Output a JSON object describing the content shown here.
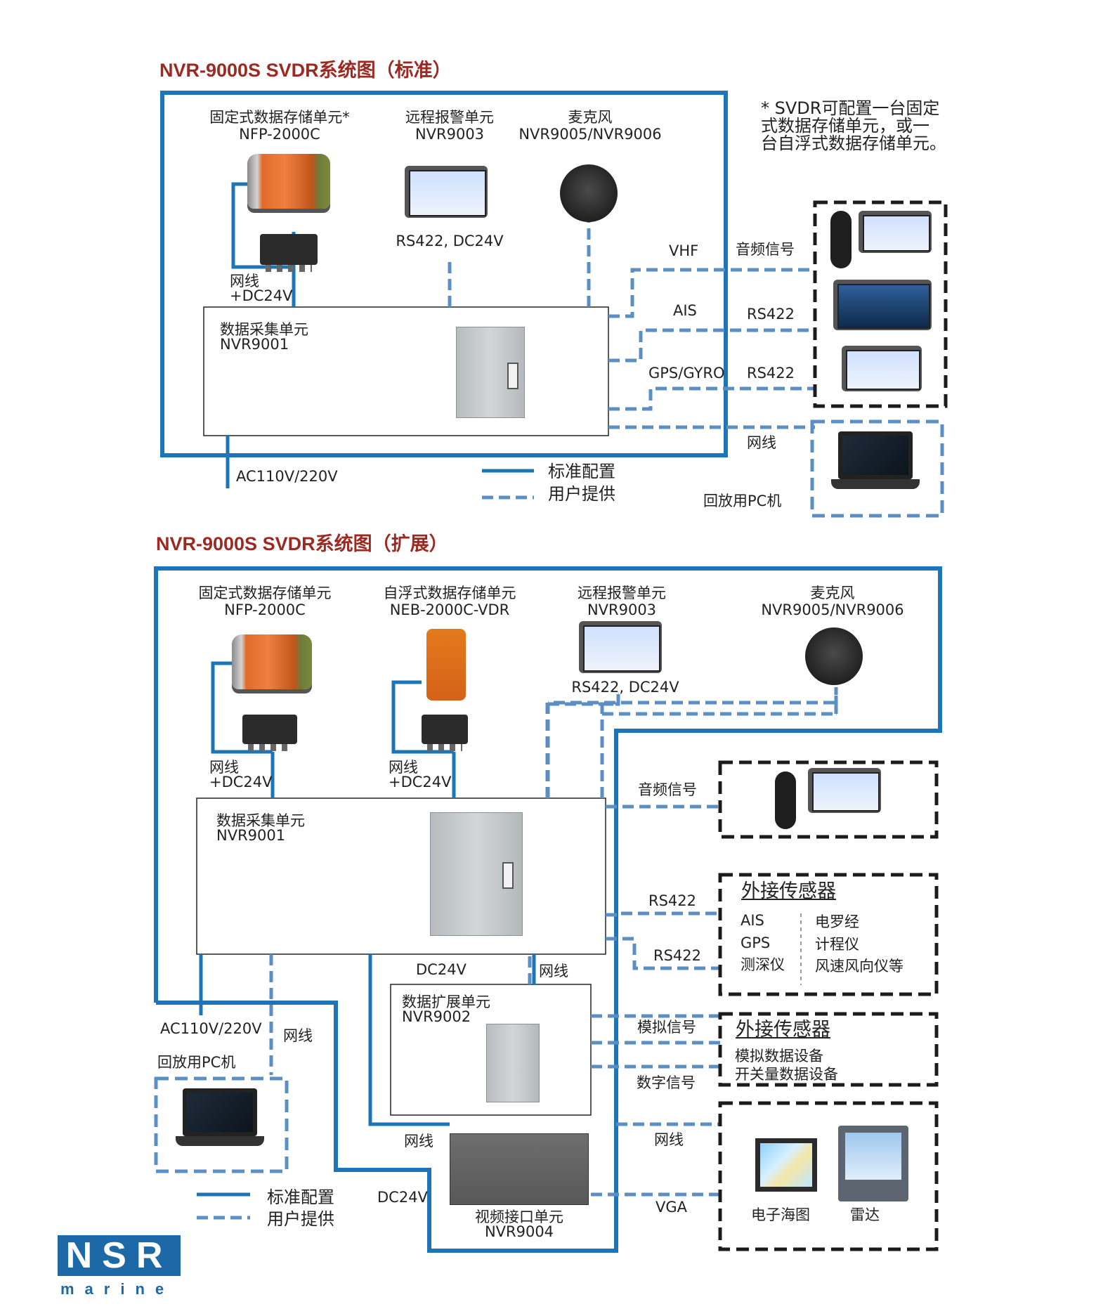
{
  "colors": {
    "line_solid": "#1d75b8",
    "line_dashed": "#5b8fc4",
    "box_dashed": "#1c1c1c",
    "title": "#9b2a22",
    "logo": "#1d69a7"
  },
  "diagram_standard": {
    "title": "NVR-9000S SVDR系统图（标准）",
    "note": [
      "* SVDR可配置一台固定",
      "式数据存储单元，或一",
      "台自浮式数据存储单元。"
    ],
    "fixed_storage": {
      "name": "固定式数据存储单元*",
      "model": "NFP-2000C"
    },
    "remote_alarm": {
      "name": "远程报警单元",
      "model": "NVR9003",
      "port": "RS422, DC24V"
    },
    "microphone": {
      "name": "麦克风",
      "model": "NVR9005/NVR9006"
    },
    "acq_unit": {
      "name": "数据采集单元",
      "model": "NVR9001"
    },
    "net_power": [
      "网线",
      "+DC24V"
    ],
    "links": {
      "vhf": "VHF",
      "audio": "音频信号",
      "ais": "AIS",
      "rs422_a": "RS422",
      "gps_gyro": "GPS/GYRO",
      "rs422_b": "RS422",
      "net": "网线"
    },
    "power": "AC110V/220V",
    "legend": {
      "solid": "标准配置",
      "dashed": "用户提供"
    },
    "pc": "回放用PC机"
  },
  "diagram_extended": {
    "title": "NVR-9000S SVDR系统图（扩展）",
    "fixed_storage": {
      "name": "固定式数据存储单元",
      "model": "NFP-2000C"
    },
    "float_storage": {
      "name": "自浮式数据存储单元",
      "model": "NEB-2000C-VDR"
    },
    "remote_alarm": {
      "name": "远程报警单元",
      "model": "NVR9003",
      "port": "RS422, DC24V"
    },
    "microphone": {
      "name": "麦克风",
      "model": "NVR9005/NVR9006"
    },
    "net_power_1": [
      "网线",
      "+DC24V"
    ],
    "net_power_2": [
      "网线",
      "+DC24V"
    ],
    "acq_unit": {
      "name": "数据采集单元",
      "model": "NVR9001"
    },
    "audio": "音频信号",
    "rs422_1": "RS422",
    "rs422_2": "RS422",
    "sensors_1": {
      "title": "外接传感器",
      "col1": [
        "AIS",
        "GPS",
        "测深仪"
      ],
      "col2": [
        "电罗经",
        "计程仪",
        "风速风向仪等"
      ]
    },
    "dc24v_1": "DC24V",
    "net_1": "网线",
    "expansion_unit": {
      "name": "数据扩展单元",
      "model": "NVR9002"
    },
    "analog": "模拟信号",
    "digital": "数字信号",
    "sensors_2": {
      "title": "外接传感器",
      "items": [
        "模拟数据设备",
        "开关量数据设备"
      ]
    },
    "power": "AC110V/220V",
    "net_2": "网线",
    "pc": "回放用PC机",
    "net_3": "网线",
    "net_4": "网线",
    "video_unit": {
      "name": "视频接口单元",
      "model": "NVR9004"
    },
    "dc24v_2": "DC24V",
    "vga": "VGA",
    "ecdis": "电子海图",
    "radar": "雷达",
    "legend": {
      "solid": "标准配置",
      "dashed": "用户提供"
    }
  },
  "logo": {
    "brand": "NSR",
    "sub": "marine"
  }
}
